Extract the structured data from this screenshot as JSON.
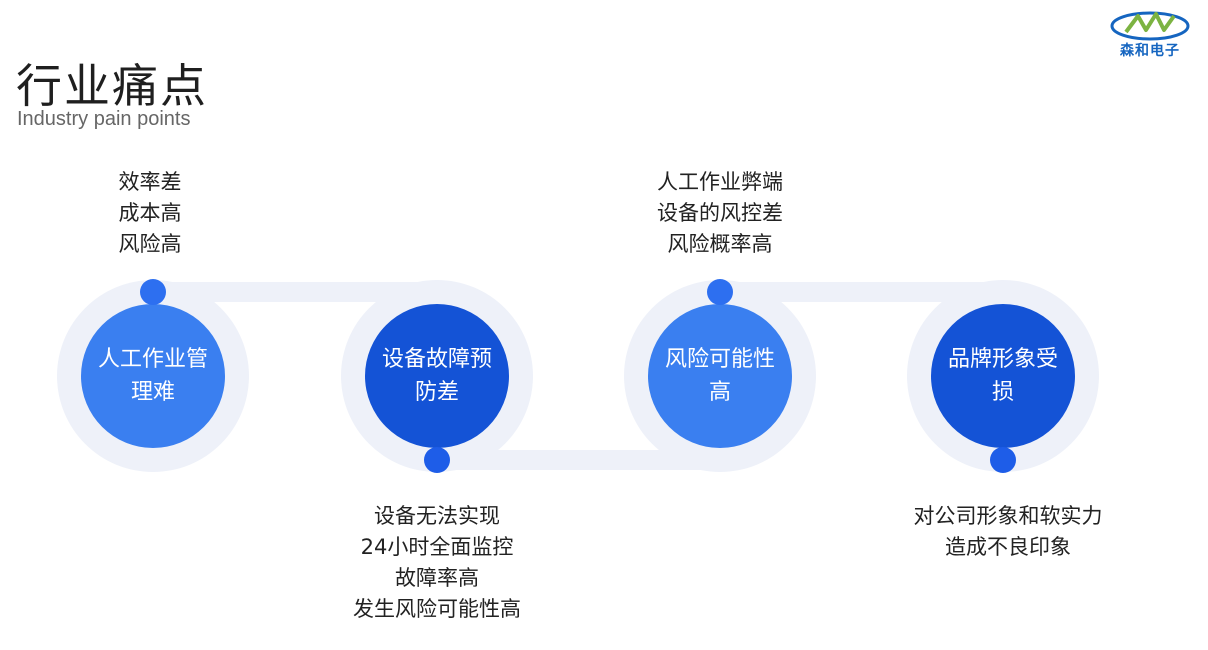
{
  "header": {
    "title": "行业痛点",
    "subtitle": "Industry pain points",
    "logo_text": "森和电子"
  },
  "steps": [
    {
      "label": "人工作业管理难",
      "notes": [
        "效率差",
        "成本高",
        "风险高"
      ]
    },
    {
      "label": "设备故障预防差",
      "notes": [
        "设备无法实现",
        "24小时全面监控",
        "故障率高",
        "发生风险可能性高"
      ]
    },
    {
      "label": "风险可能性高",
      "notes": [
        "人工作业弊端",
        "设备的风控差",
        "风险概率高"
      ]
    },
    {
      "label": "品牌形象受损",
      "notes": [
        "对公司形象和软实力",
        "造成不良印象"
      ]
    }
  ],
  "colors": {
    "accent_light": "#3a7ff0",
    "accent_dark": "#1453d6",
    "ring": "#eef1f9"
  }
}
